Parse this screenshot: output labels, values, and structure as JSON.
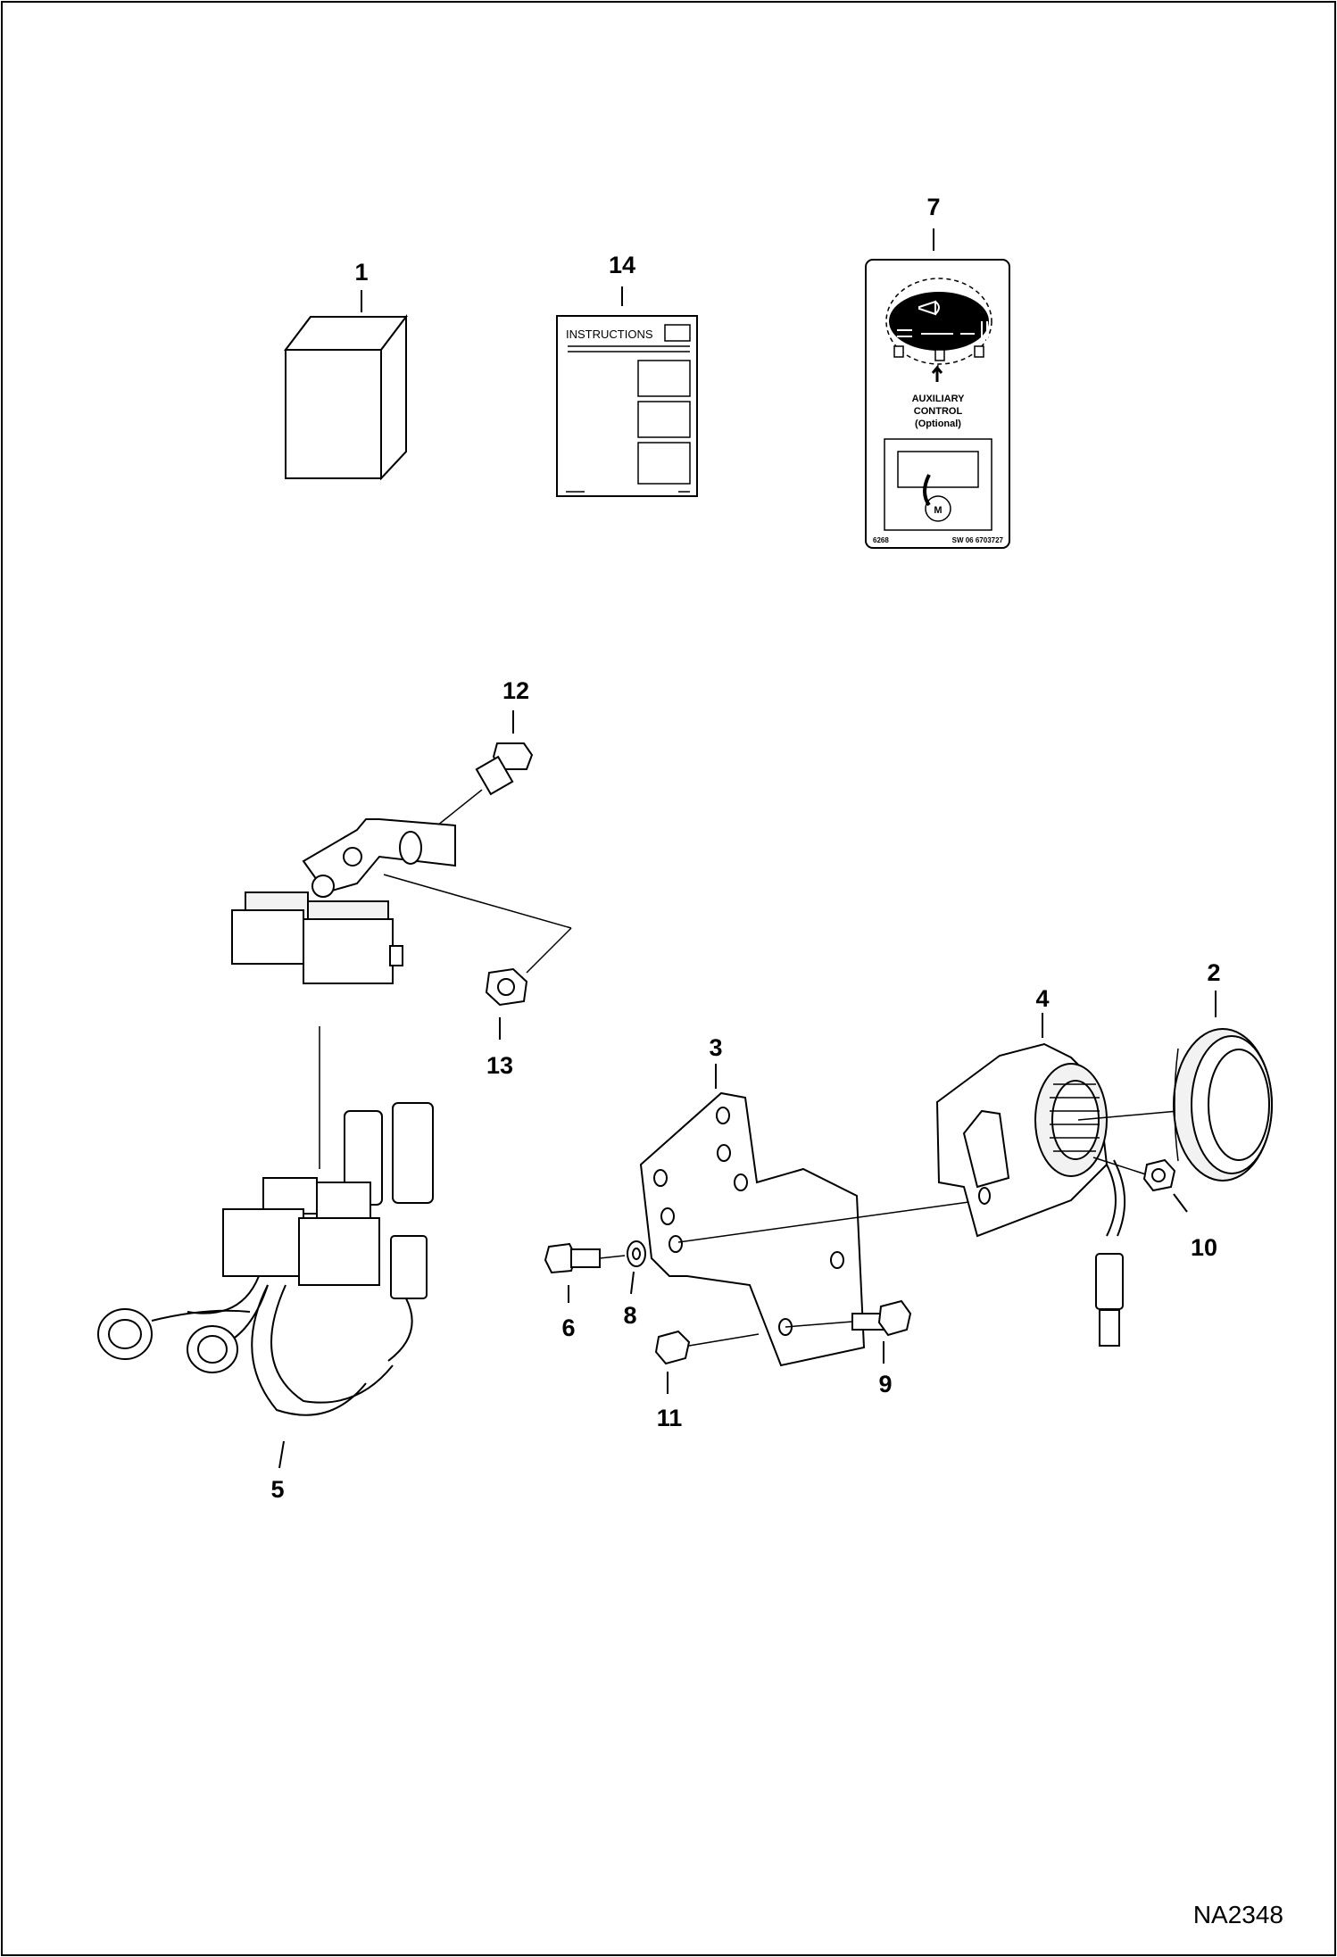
{
  "figure_id": "NA2348",
  "callouts": {
    "c1": "1",
    "c2": "2",
    "c3": "3",
    "c4": "4",
    "c5": "5",
    "c6": "6",
    "c7": "7",
    "c8": "8",
    "c9": "9",
    "c10": "10",
    "c11": "11",
    "c12": "12",
    "c13": "13",
    "c14": "14"
  },
  "instructions_sheet": {
    "heading": "INSTRUCTIONS"
  },
  "decal": {
    "line1": "AUXILIARY",
    "line2": "CONTROL",
    "line3": "(Optional)",
    "code_left": "6268",
    "code_right": "SW 06 6703727"
  }
}
